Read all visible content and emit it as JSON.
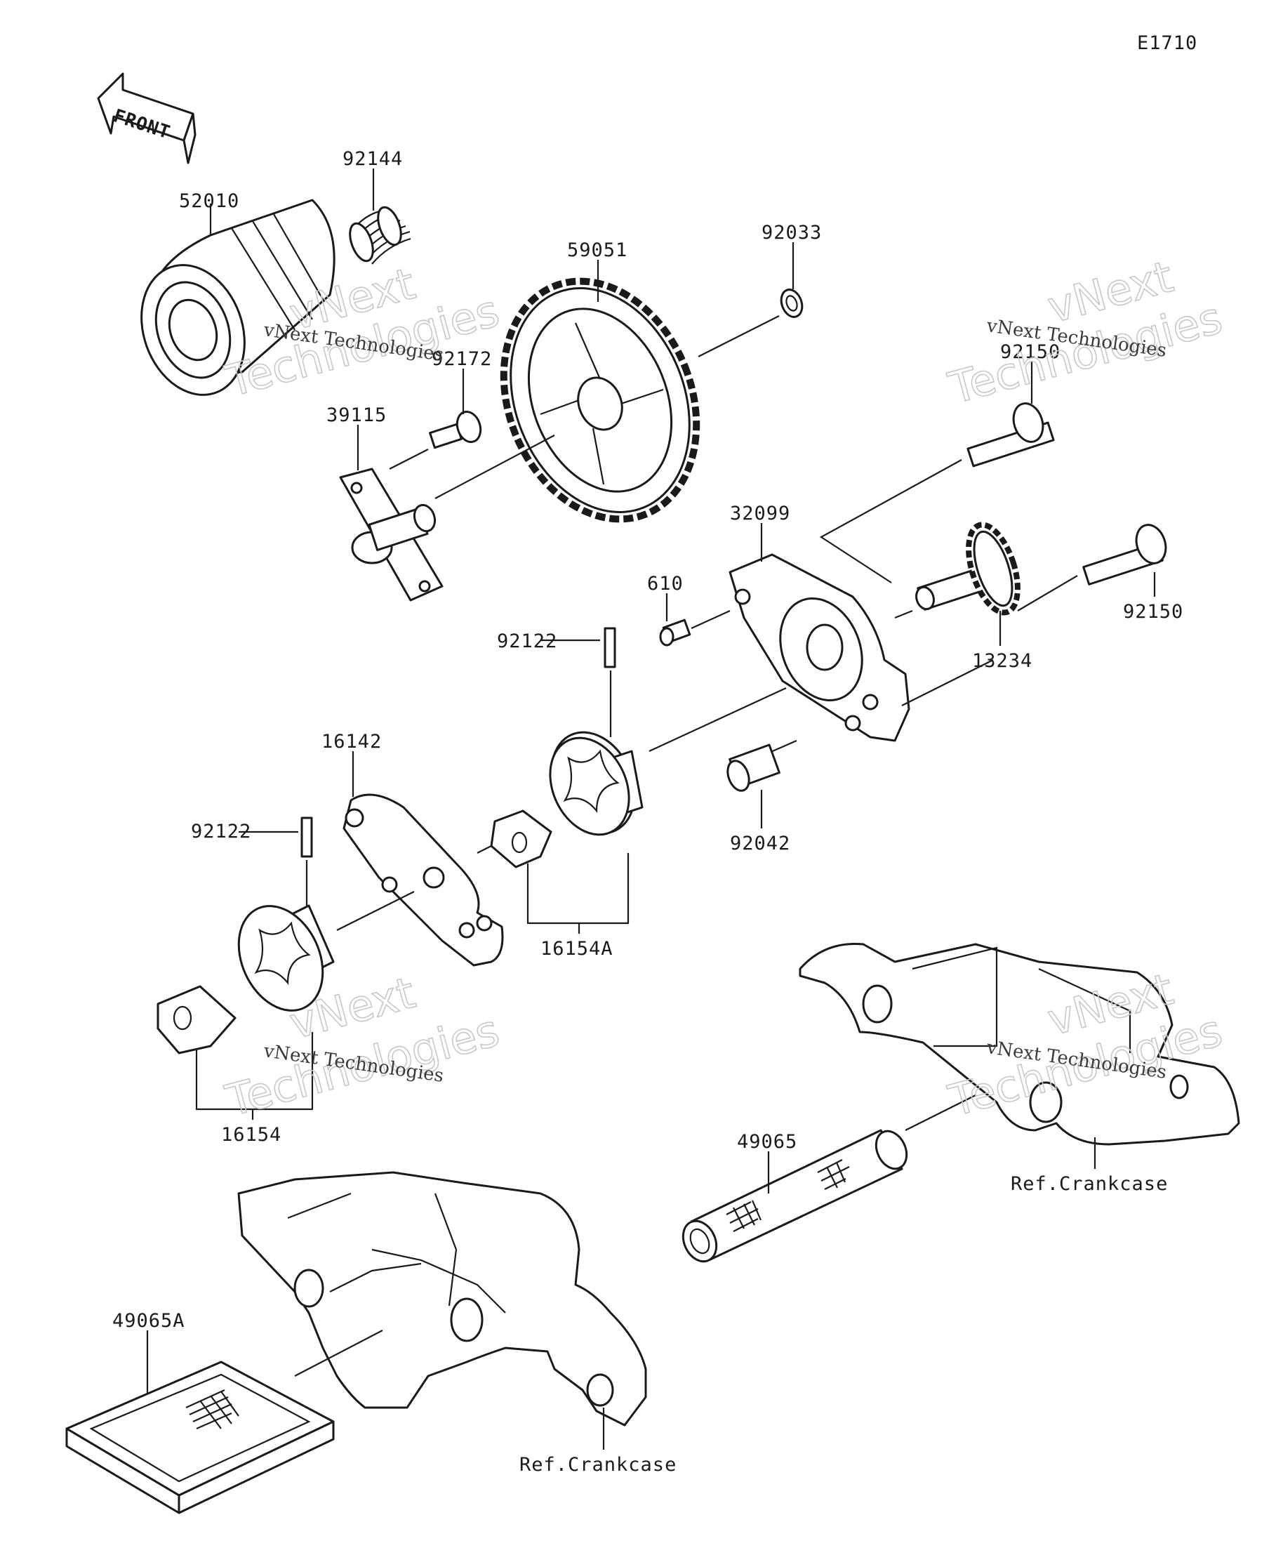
{
  "diagram_code": "E1710",
  "front_label": "FRONT",
  "watermark": {
    "line1": "vNext",
    "line2": "Technologies",
    "overlay": "vNext Technologies"
  },
  "parts": [
    {
      "id": "52010",
      "label": "52010"
    },
    {
      "id": "92144",
      "label": "92144"
    },
    {
      "id": "59051",
      "label": "59051"
    },
    {
      "id": "92033",
      "label": "92033"
    },
    {
      "id": "92172",
      "label": "92172"
    },
    {
      "id": "39115",
      "label": "39115"
    },
    {
      "id": "92150a",
      "label": "92150"
    },
    {
      "id": "92150b",
      "label": "92150"
    },
    {
      "id": "32099",
      "label": "32099"
    },
    {
      "id": "610",
      "label": "610"
    },
    {
      "id": "13234",
      "label": "13234"
    },
    {
      "id": "92122a",
      "label": "92122"
    },
    {
      "id": "92122b",
      "label": "92122"
    },
    {
      "id": "16142",
      "label": "16142"
    },
    {
      "id": "92042",
      "label": "92042"
    },
    {
      "id": "16154A",
      "label": "16154A"
    },
    {
      "id": "16154",
      "label": "16154"
    },
    {
      "id": "49065",
      "label": "49065"
    },
    {
      "id": "49065A",
      "label": "49065A"
    }
  ],
  "references": [
    {
      "id": "ref-crankcase-right",
      "label": "Ref.Crankcase"
    },
    {
      "id": "ref-crankcase-bottom",
      "label": "Ref.Crankcase"
    }
  ]
}
